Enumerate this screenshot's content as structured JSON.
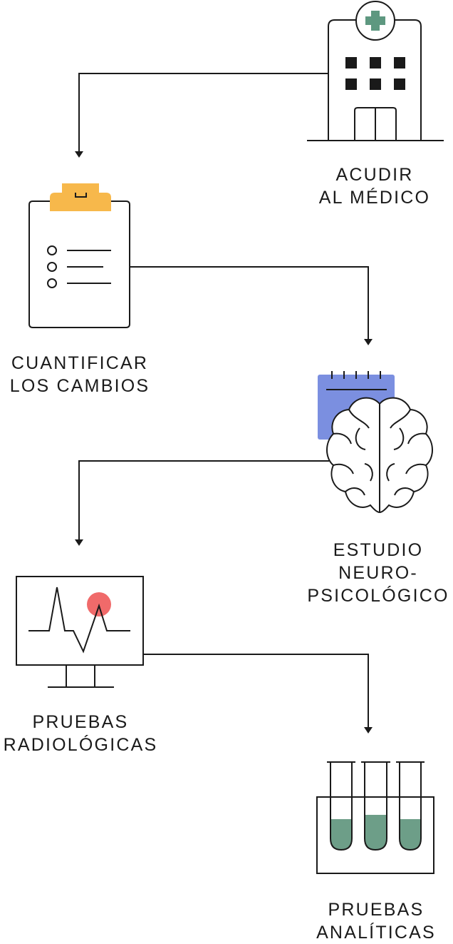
{
  "colors": {
    "line": "#1a1a1a",
    "hospital_cross": "#5e9880",
    "clipboard_clip": "#f7b84b",
    "notebook": "#7b8fe0",
    "alert_dot": "#f06a6a",
    "tube_liquid": "#6d9e88"
  },
  "steps": [
    {
      "icon": "hospital-icon",
      "lines": [
        "ACUDIR",
        "AL MÉDICO"
      ]
    },
    {
      "icon": "clipboard-checklist-icon",
      "lines": [
        "CUANTIFICAR",
        "LOS CAMBIOS"
      ]
    },
    {
      "icon": "brain-notebook-icon",
      "lines": [
        "ESTUDIO",
        "NEURO-",
        "PSICOLÓGICO"
      ]
    },
    {
      "icon": "monitor-pulse-icon",
      "lines": [
        "PRUEBAS",
        "RADIOLÓGICAS"
      ]
    },
    {
      "icon": "test-tubes-icon",
      "lines": [
        "PRUEBAS",
        "ANALÍTICAS"
      ]
    }
  ]
}
